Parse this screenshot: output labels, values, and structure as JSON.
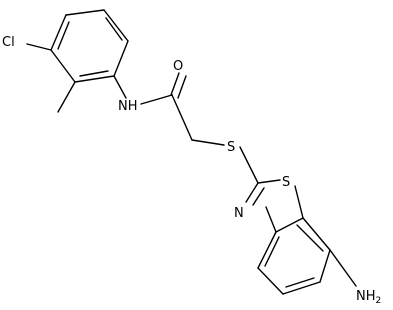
{
  "diagram": {
    "type": "chemical-structure",
    "labels": {
      "cl": "Cl",
      "nh": "NH",
      "o": "O",
      "s_thioether": "S",
      "s_ring": "S",
      "n_ring": "N",
      "nh2": "NH",
      "nh2_subscript": "2"
    }
  }
}
